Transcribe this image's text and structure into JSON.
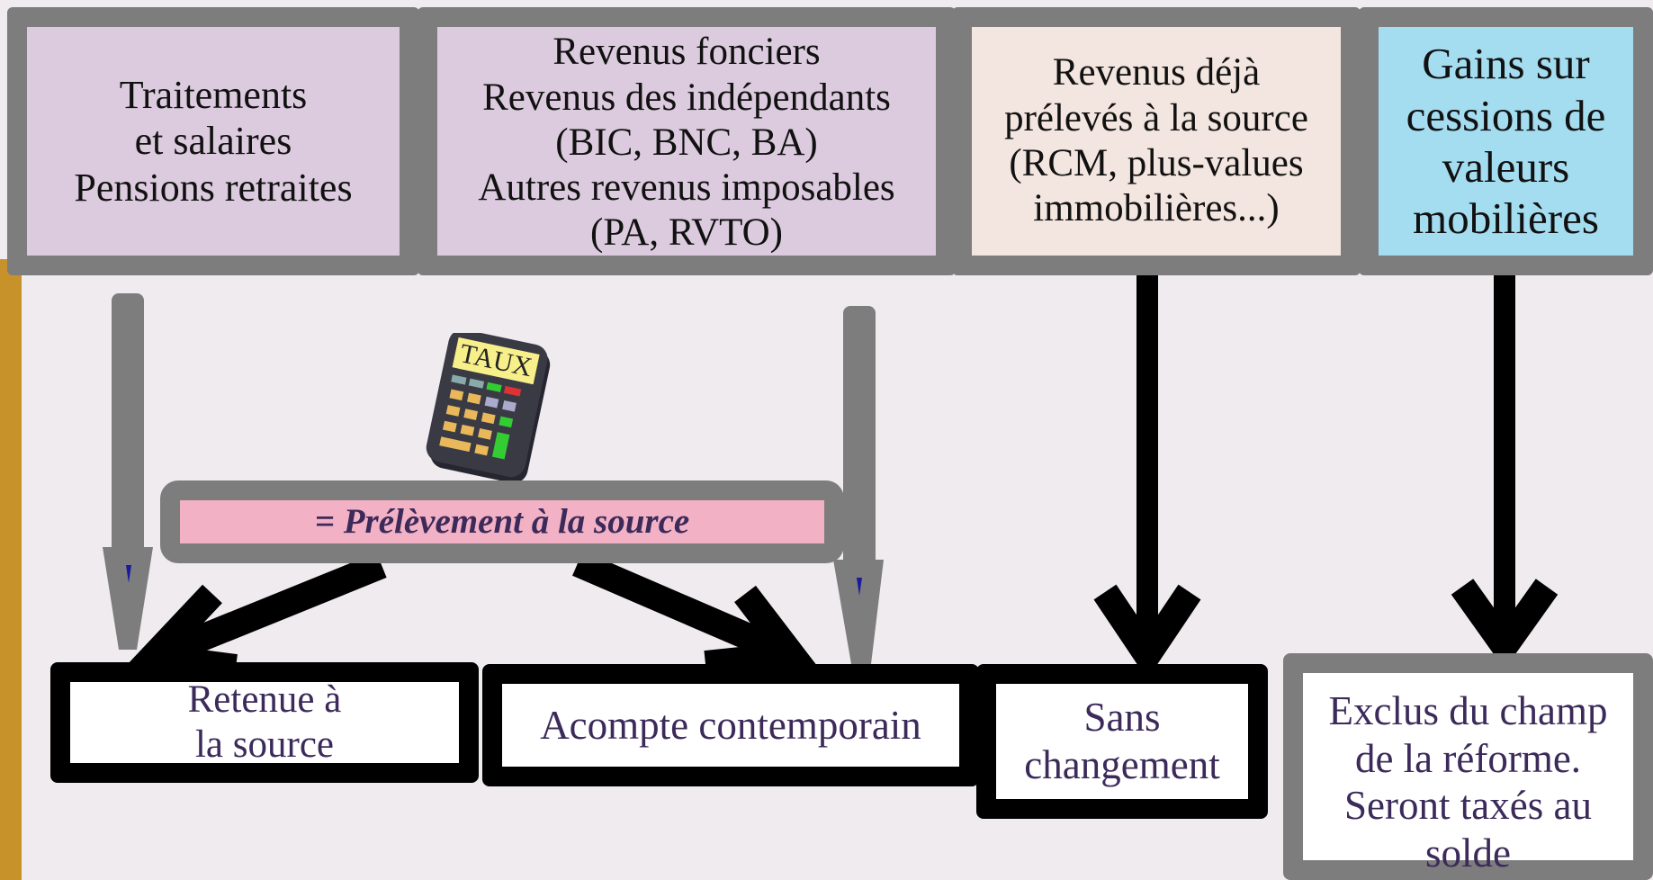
{
  "sources": {
    "salaires": {
      "lines": [
        "Traitements",
        "et salaires",
        "Pensions retraites"
      ],
      "color": "#dccbde"
    },
    "fonciers": {
      "lines": [
        "Revenus fonciers",
        "Revenus des indépendants",
        "(BIC, BNC, BA)",
        "Autres revenus imposables",
        "(PA, RVTO)"
      ],
      "color": "#dccbde"
    },
    "deja_preleves": {
      "lines": [
        "Revenus déjà",
        "prélevés à la source",
        "(RCM, plus-values",
        "immobilières...)"
      ],
      "color": "#f3e5df"
    },
    "gains": {
      "lines": [
        "Gains sur",
        "cessions de",
        "valeurs",
        "mobilières"
      ],
      "color": "#a4dcf0"
    }
  },
  "calculator": {
    "label": "TAUX",
    "icon": "calculator-icon"
  },
  "prelevement": {
    "label": "= Prélèvement à la source",
    "color": "#f2b1c4"
  },
  "outcomes": {
    "retenue": {
      "lines": [
        "Retenue à",
        "la source"
      ]
    },
    "acompte": {
      "lines": [
        "Acompte contemporain"
      ]
    },
    "sans_changement": {
      "lines": [
        "Sans",
        "changement"
      ]
    },
    "exclus": {
      "lines": [
        "Exclus du champ",
        "de la réforme.",
        "Seront taxés au",
        "solde"
      ]
    }
  },
  "colors": {
    "box_border_gray": "#7d7d7d",
    "outcome_text": "#3b2a5a",
    "left_accent": "#c8922a",
    "background": "#efebef"
  }
}
